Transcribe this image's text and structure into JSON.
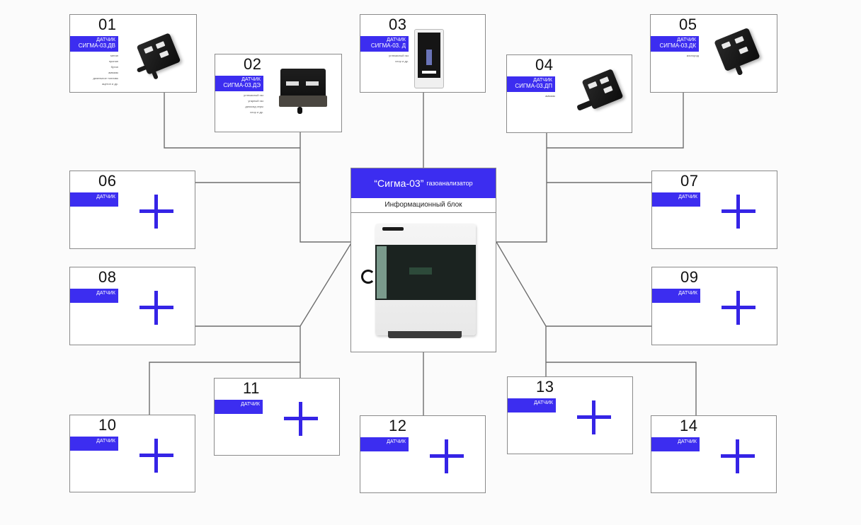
{
  "center": {
    "brand": "“Сигма-03”",
    "subtitle": "газоанализатор",
    "info": "Информационный блок"
  },
  "colors": {
    "accent": "#3c2df0",
    "border": "#8a8a8a",
    "wire": "#6e6e6e"
  },
  "sensors": [
    {
      "num": "01",
      "tag_top": "ДАТЧИК",
      "tag_model": "СИГМА-03.ДВ",
      "gases": [
        "метан",
        "пропан",
        "бутан",
        "аммиак",
        "дизельное топливо",
        "ацетон и др."
      ],
      "device": "sensor-dv"
    },
    {
      "num": "02",
      "tag_top": "ДАТЧИК",
      "tag_model": "СИГМА-03.ДЭ",
      "gases": [
        "углекислый газ",
        "угарный газ",
        "диоксид серы",
        "хлор и др."
      ],
      "device": "sensor-de"
    },
    {
      "num": "03",
      "tag_top": "ДАТЧИК",
      "tag_model": "СИГМА-03. Д",
      "gases": [
        "углекислый газ",
        "хлор и др."
      ],
      "device": "sensor-d"
    },
    {
      "num": "04",
      "tag_top": "ДАТЧИК",
      "tag_model": "СИГМА-03.ДП",
      "gases": [
        "аммиак"
      ],
      "device": "sensor-dp"
    },
    {
      "num": "05",
      "tag_top": "ДАТЧИК",
      "tag_model": "СИГМА-03.ДК",
      "gases": [
        "кислород"
      ],
      "device": "sensor-dk"
    },
    {
      "num": "06",
      "tag_top": "ДАТЧИК",
      "add": "+"
    },
    {
      "num": "07",
      "tag_top": "ДАТЧИК",
      "add": "+"
    },
    {
      "num": "08",
      "tag_top": "ДАТЧИК",
      "add": "+"
    },
    {
      "num": "09",
      "tag_top": "ДАТЧИК",
      "add": "+"
    },
    {
      "num": "10",
      "tag_top": "ДАТЧИК",
      "add": "+"
    },
    {
      "num": "11",
      "tag_top": "ДАТЧИК",
      "add": "+"
    },
    {
      "num": "12",
      "tag_top": "ДАТЧИК",
      "add": "+"
    },
    {
      "num": "13",
      "tag_top": "ДАТЧИК",
      "add": "+"
    },
    {
      "num": "14",
      "tag_top": "ДАТЧИК",
      "add": "+"
    }
  ]
}
